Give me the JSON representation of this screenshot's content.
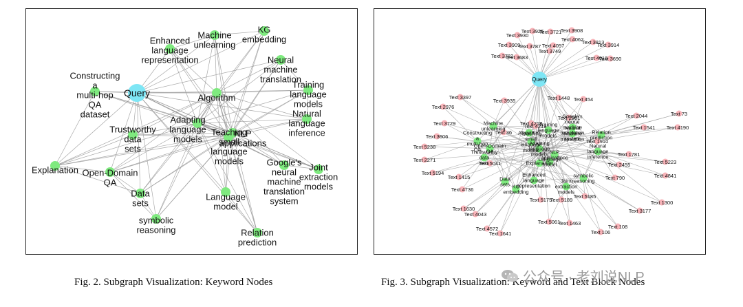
{
  "figures": [
    {
      "caption": "Fig. 2.  Subgraph Visualization: Keyword Nodes",
      "query_label": "Query",
      "keywords": [
        "Machine unlearning",
        "KG embedding",
        "Enhanced language representation",
        "Neural machine translation",
        "Constructing a multi-hop QA dataset",
        "Training language models",
        "Algorithm",
        "Trustworthy data sets",
        "Adapting language models",
        "Teaching small language models",
        "NLP applications",
        "Natural language inference",
        "Explanation",
        "Open-Domain QA",
        "Google's neural machine translation system",
        "Joint extraction models",
        "Data sets",
        "Language model",
        "symbolic reasoning",
        "Relation prediction"
      ]
    },
    {
      "caption": "Fig. 3.  Subgraph Visualization: Keyword and Text Block Nodes",
      "query_label": "Query",
      "text_blocks": [
        "Text 3930",
        "Text 3926",
        "Text 3721",
        "Text 3908",
        "Text 4062",
        "Text 3909",
        "Text 3787",
        "Text 4057",
        "Text 3813",
        "Text 3914",
        "Text 3749",
        "Text 3782",
        "Text 3683",
        "Text 4016",
        "Text 3690",
        "Text 3397",
        "Text 3935",
        "Text 1448",
        "Text 454",
        "Text 2976",
        "Text 2261",
        "Text 2044",
        "Text 73",
        "Text 3729",
        "Text 4219",
        "Text 1541",
        "Text 4190",
        "Text 3606",
        "Text 36",
        "Text 5238",
        "Text 1781",
        "Text 2271",
        "Text 5223",
        "Text 5194",
        "Text 1415",
        "Text 2455",
        "Text 4841",
        "Text 4736",
        "Text 790",
        "Text 5175",
        "Text 5189",
        "Text 5185",
        "Text 1300",
        "Text 1630",
        "Text 3177",
        "Text 4043",
        "Text 5061",
        "Text 1463",
        "Text 108",
        "Text 4572",
        "Text 1641",
        "Text 106",
        "Text 4218",
        "Text 5041",
        "Text 1910"
      ],
      "keywords": [
        "Machine unlearning",
        "Algorithm",
        "Training language models",
        "Google's neural machine translation system",
        "Relation prediction",
        "Constructing a multi-hop QA dataset",
        "Open-Domain QA",
        "Trustworthy data sets",
        "Teaching small language models",
        "Adapting language models",
        "NLP applications",
        "Language model",
        "Neural machine translation",
        "Natural language inference",
        "Explanation",
        "Data sets",
        "Enhanced language representation",
        "symbolic reasoning",
        "KG embedding",
        "Joint extraction models"
      ]
    }
  ],
  "watermark": "公众号 · 老刘说NLP",
  "colors": {
    "keyword_node": "#7fea7f",
    "query_node": "#7ee6f5",
    "text_node": "#f7b3b8",
    "edge": "#9a9a9a",
    "frame": "#222222"
  }
}
